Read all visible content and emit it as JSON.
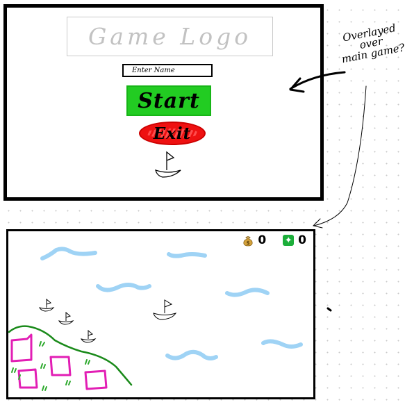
{
  "menu": {
    "logo_placeholder": "Game Logo",
    "name_input_text": "Enter Name",
    "start_label": "Start",
    "exit_label": "Exit"
  },
  "annotation": {
    "line1": "Overlayed",
    "line2": "over",
    "line3": "main game?"
  },
  "hud": {
    "coins_icon": "money-bag-icon",
    "coins": "0",
    "gems_icon": "gem-icon",
    "gems": "0"
  },
  "colors": {
    "start_fill": "#22cc22",
    "exit_fill": "#ee1111",
    "water": "#9fd3f5",
    "hill": "#1a8a1a",
    "houses": "#e21eb4",
    "grass": "#2eaa2e"
  }
}
